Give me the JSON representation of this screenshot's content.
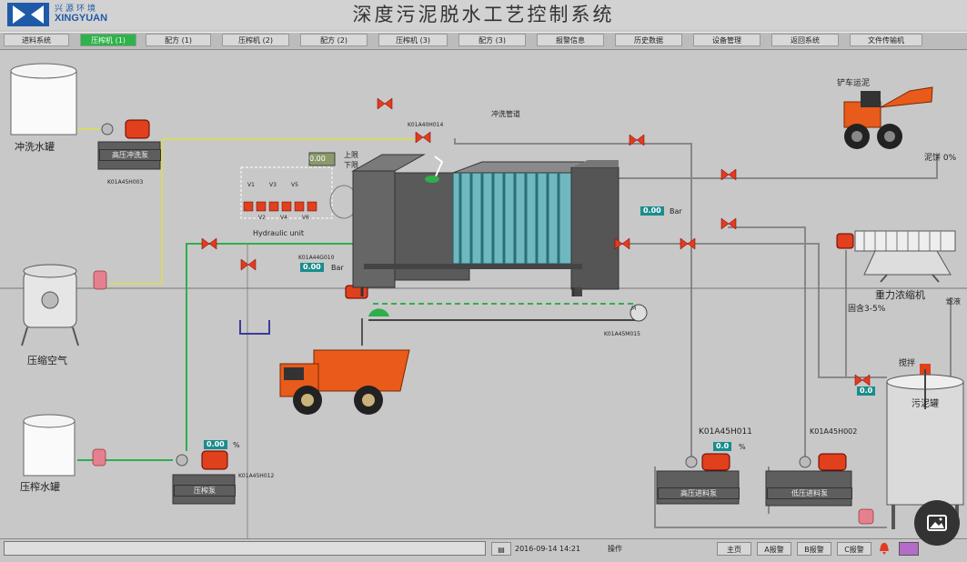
{
  "header": {
    "logo_cn": "兴源环境",
    "logo_en": "XINGYUAN",
    "title": "深度污泥脱水工艺控制系统"
  },
  "nav": {
    "tabs": [
      {
        "label": "进料系统"
      },
      {
        "label": "压榨机 (1)"
      },
      {
        "label": "配方 (1)"
      },
      {
        "label": "压榨机 (2)"
      },
      {
        "label": "配方 (2)"
      },
      {
        "label": "压榨机 (3)"
      },
      {
        "label": "配方 (3)"
      },
      {
        "label": "报警信息"
      },
      {
        "label": "历史数据"
      },
      {
        "label": "设备管理"
      },
      {
        "label": "返回系统"
      },
      {
        "label": "文件传输机"
      }
    ]
  },
  "equipment": {
    "wash_tank": "冲洗水罐",
    "high_pressure_wash_pump": "高压冲洗泵",
    "wash_pump_tag": "K01A45H003",
    "compressed_air": "压缩空气",
    "press_water_tank": "压榨水罐",
    "press_pump": "压榨泵",
    "press_pump_tag": "K01A45H012",
    "valve_k014": "K01A40H014",
    "backwash": "冲洗管道",
    "hydraulic_unit": "Hydraulic unit",
    "hydraulic_status": "0.00",
    "loader": "铲车运泥",
    "mud_out": "泥饼 0%",
    "gravity_thickener": "重力浓缩机",
    "concentration_range": "固含3-5%",
    "drain": "滤液",
    "mixer": "搅拌",
    "mud_tank": "污泥罐",
    "mud_tank_value": "0.0",
    "high_feed_pump": "高压进料泵",
    "high_feed_tag": "K01A45H011",
    "low_feed_pump": "低压进料泵",
    "low_feed_tag": "K01A45H002",
    "motor_label": "M",
    "upper_limit": "上限",
    "lower_limit": "下限",
    "press_tag": "K01A44G010",
    "conveyor_tag": "K01A45M015"
  },
  "readouts": {
    "press_pump_value": "0.00",
    "press_pump_unit": "%",
    "filter_press_value": "0.00",
    "filter_press_unit": "Bar",
    "cake_value": "0.00",
    "cake_unit": "Bar",
    "high_feed_value": "0.0",
    "high_feed_unit": "%"
  },
  "hydraulic_labels": [
    "V1",
    "V3",
    "V5",
    "V2",
    "V4",
    "V6"
  ],
  "status": {
    "datetime": "2016-09-14 14:21",
    "user": "操作",
    "btn_main": "主页",
    "btn_a": "A报警",
    "btn_b": "B报警",
    "btn_c": "C报警"
  },
  "colors": {
    "pipe_green": "#2fae4b",
    "pipe_yellow": "#d9d96a",
    "valve_red": "#e33b1f",
    "readout_teal": "#1b8c8c"
  }
}
